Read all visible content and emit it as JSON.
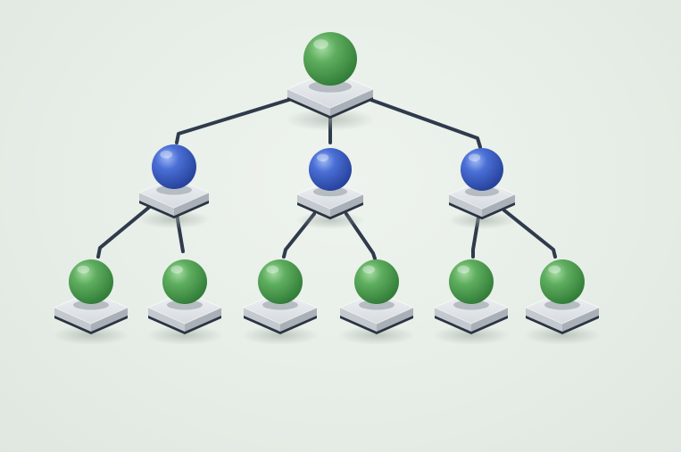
{
  "diagram": {
    "type": "hierarchy-tree",
    "colors": {
      "root": "#4f9f54",
      "branch": "#3f63c9",
      "leaf": "#4f9f54",
      "connector": "#2f3a4c",
      "pedestal_top": "#e3e7ea",
      "pedestal_side": "#a9b0b8",
      "pedestal_base": "#2b3441"
    },
    "nodes": [
      {
        "id": "root",
        "level": 0,
        "parent": null,
        "color_role": "root"
      },
      {
        "id": "b1",
        "level": 1,
        "parent": "root",
        "color_role": "branch"
      },
      {
        "id": "b2",
        "level": 1,
        "parent": "root",
        "color_role": "branch"
      },
      {
        "id": "b3",
        "level": 1,
        "parent": "root",
        "color_role": "branch"
      },
      {
        "id": "l1",
        "level": 2,
        "parent": "b1",
        "color_role": "leaf"
      },
      {
        "id": "l2",
        "level": 2,
        "parent": "b1",
        "color_role": "leaf"
      },
      {
        "id": "l3",
        "level": 2,
        "parent": "b2",
        "color_role": "leaf"
      },
      {
        "id": "l4",
        "level": 2,
        "parent": "b2",
        "color_role": "leaf"
      },
      {
        "id": "l5",
        "level": 2,
        "parent": "b3",
        "color_role": "leaf"
      },
      {
        "id": "l6",
        "level": 2,
        "parent": "b3",
        "color_role": "leaf"
      }
    ]
  }
}
